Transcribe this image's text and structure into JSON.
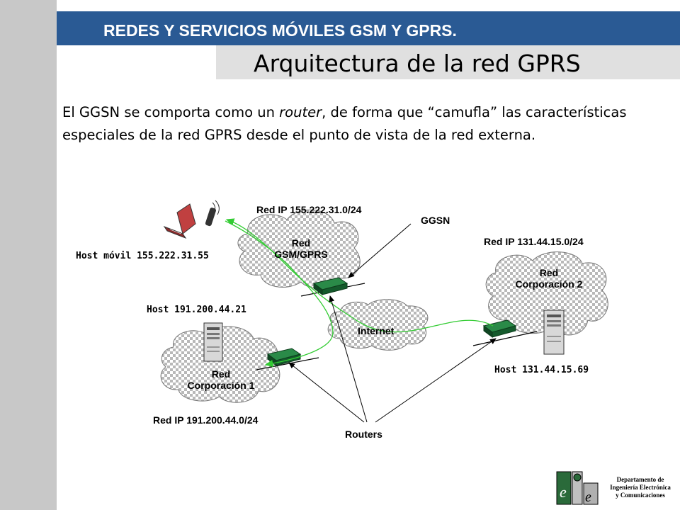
{
  "header": {
    "title": "REDES Y SERVICIOS MÓVILES GSM Y GPRS."
  },
  "page_title": "Arquitectura de la red GPRS",
  "body": {
    "part1": "El GGSN se comporta como un ",
    "emph": "router",
    "part2": ", de forma que “camufla” las características especiales de la red GPRS desde el punto de vista de la red externa."
  },
  "diagram": {
    "red_ip_gprs": "Red IP 155.222.31.0/24",
    "ggsn": "GGSN",
    "red_ip_corp2": "Red IP 131.44.15.0/24",
    "host_movil": "Host móvil 155.222.31.55",
    "cloud_gprs": [
      "Red",
      "GSM/GPRS"
    ],
    "cloud_corp2": [
      "Red",
      "Corporación 2"
    ],
    "host_191": "Host 191.200.44.21",
    "cloud_internet": "Internet",
    "cloud_corp1": [
      "Red",
      "Corporación 1"
    ],
    "host_131": "Host 131.44.15.69",
    "red_ip_corp1": "Red IP 191.200.44.0/24",
    "routers": "Routers"
  },
  "footer": {
    "dept": [
      "Departamento de",
      "Ingeniería Electrónica",
      "y Comunicaciones"
    ]
  },
  "colors": {
    "header_bg": "#2a5a94",
    "side_strip": "#c8c8c8",
    "title_box": "#e0e0e0",
    "arrow_green": "#33cc33",
    "router_green": "#1f7a3a"
  }
}
